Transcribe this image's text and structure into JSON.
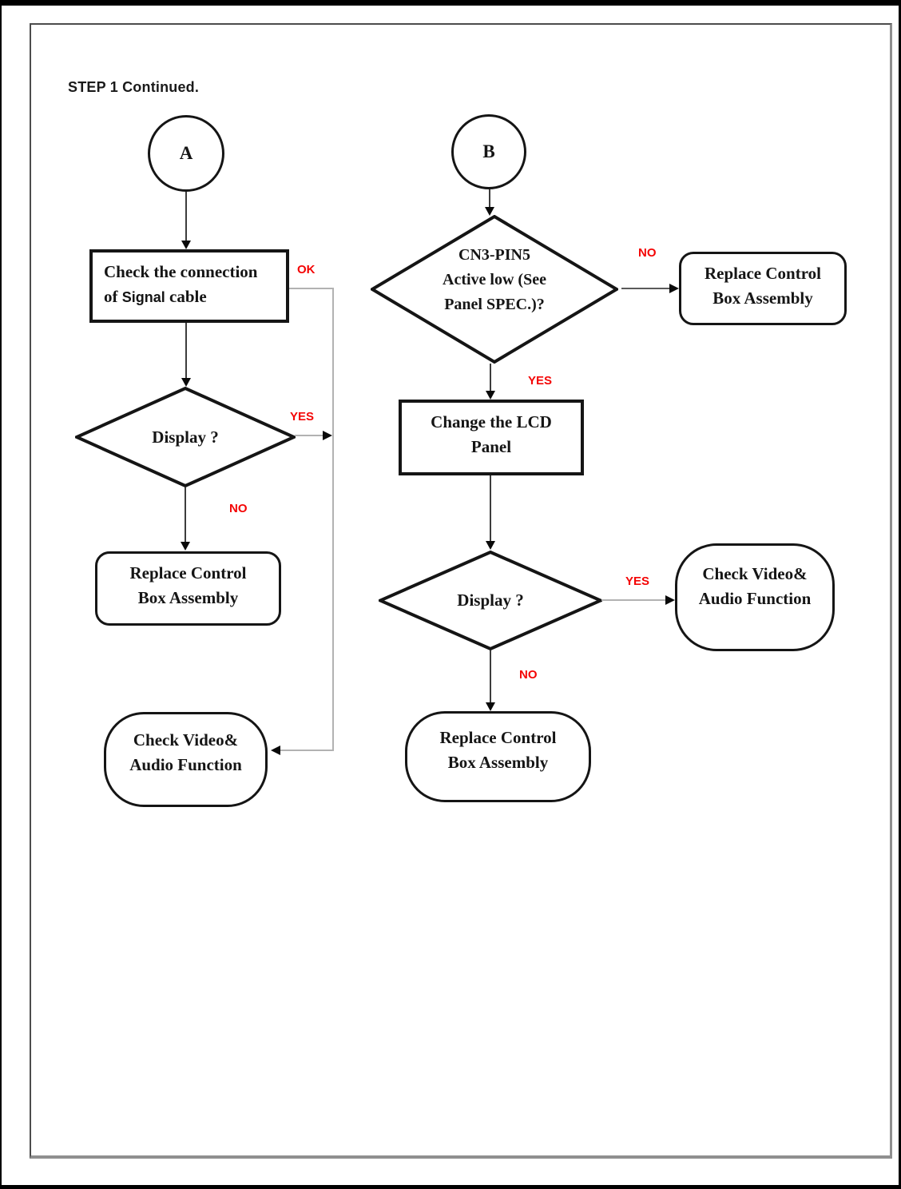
{
  "title": "STEP 1 Continued.",
  "colors": {
    "edge_label_red": "#f40404",
    "shape_border": "#151515",
    "connector_gray": "#b2b2b2",
    "flow_line_dark": "#3c3c3c",
    "background": "#ffffff"
  },
  "connectors": {
    "a": "A",
    "b": "B"
  },
  "nodes": {
    "check_connection": {
      "line1": "Check the connection",
      "line2_parts": [
        "of ",
        "Signal",
        " cable"
      ]
    },
    "display_left": {
      "line1": "Display ?"
    },
    "replace_left": {
      "line1": "Replace Control",
      "line2": "Box Assembly"
    },
    "check_video_left": {
      "line1": "Check Video&",
      "line2": "Audio Function"
    },
    "cn3_pin5": {
      "line1": "CN3-PIN5",
      "line2": "Active low (See",
      "line3": "Panel SPEC.)?"
    },
    "replace_top_right": {
      "line1": "Replace Control",
      "line2": "Box Assembly"
    },
    "change_lcd": {
      "line1": "Change the LCD",
      "line2": "Panel"
    },
    "display_right": {
      "line1": "Display ?"
    },
    "check_video_right": {
      "line1": "Check Video&",
      "line2": "Audio Function"
    },
    "replace_bottom_right": {
      "line1": "Replace Control",
      "line2": "Box Assembly"
    }
  },
  "edge_labels": {
    "ok": "OK",
    "yes_left": "YES",
    "no_left": "NO",
    "no_right_top": "NO",
    "yes_mid": "YES",
    "yes_right": "YES",
    "no_right_bottom": "NO"
  }
}
